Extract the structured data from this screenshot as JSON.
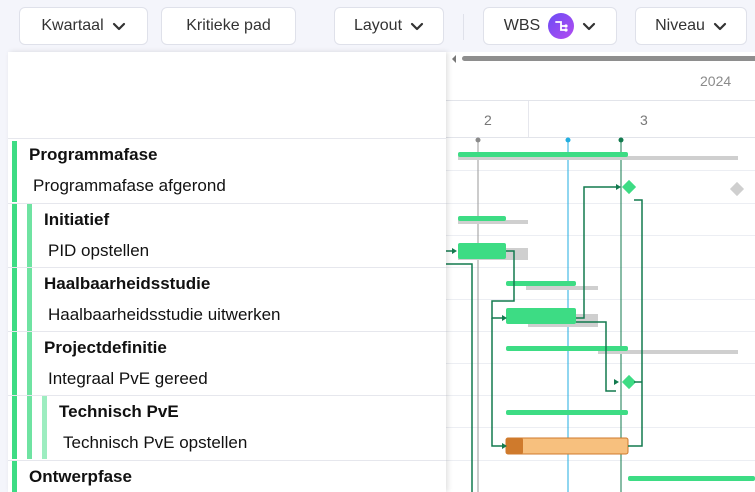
{
  "toolbar": {
    "quarter": "Kwartaal",
    "critical_path": "Kritieke pad",
    "layout": "Layout",
    "wbs": "WBS",
    "level": "Niveau"
  },
  "timeline": {
    "year": "2024",
    "ticks": [
      "2",
      "3"
    ]
  },
  "tasks": [
    {
      "label": "Programmafase"
    },
    {
      "label": "Programmafase afgerond"
    },
    {
      "label": "Initiatief"
    },
    {
      "label": "PID opstellen"
    },
    {
      "label": "Haalbaarheidsstudie"
    },
    {
      "label": "Haalbaarheidsstudie uitwerken"
    },
    {
      "label": "Projectdefinitie"
    },
    {
      "label": "Integraal PvE gereed"
    },
    {
      "label": "Technisch PvE"
    },
    {
      "label": "Technisch PvE opstellen"
    },
    {
      "label": "Ontwerpfase"
    }
  ],
  "colors": {
    "bar": "#3ddc84",
    "baseline": "#cfcfcf",
    "link": "#127a4e",
    "critical": "#f7c07e",
    "critical_progress": "#cf7a2c",
    "today": "#22aee0"
  }
}
